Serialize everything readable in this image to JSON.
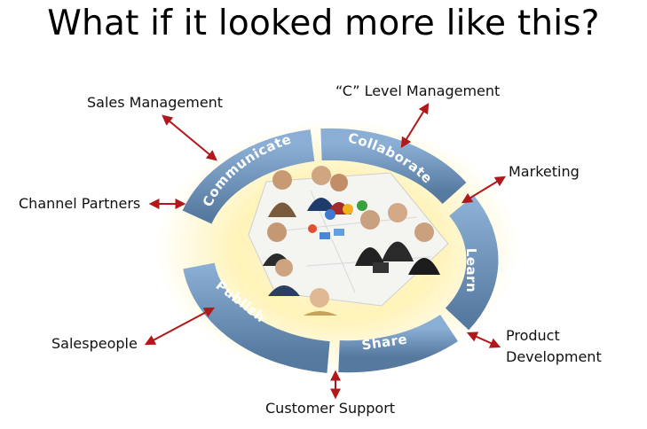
{
  "title": "What if it looked more like this?",
  "cycle_segments": [
    "Communicate",
    "Collaborate",
    "Learn",
    "Share",
    "Publish"
  ],
  "stakeholders": {
    "sales_management": "Sales Management",
    "c_level_management": "“C” Level Management",
    "marketing": "Marketing",
    "channel_partners": "Channel Partners",
    "product_development_line1": "Product",
    "product_development_line2": "Development",
    "salespeople": "Salespeople",
    "customer_support": "Customer Support"
  },
  "colors": {
    "ring_blue": "#6f93bd",
    "arrow_red": "#b0181c",
    "glow_yellow": "#fff3b8"
  }
}
